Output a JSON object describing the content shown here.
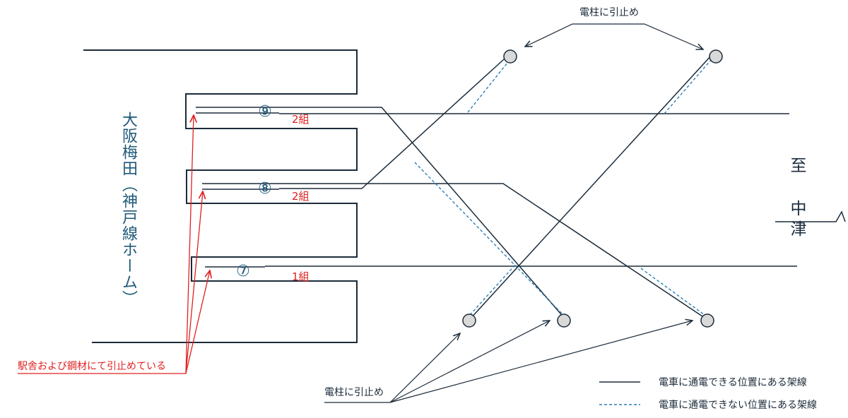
{
  "station_label": "大阪梅田（神戸線ホーム）",
  "destination_label": "至 中津",
  "tracks": [
    {
      "number": "⑨",
      "group": "2組"
    },
    {
      "number": "⑧",
      "group": "2組"
    },
    {
      "number": "⑦",
      "group": "1組"
    }
  ],
  "annotations": {
    "pole_anchor_top": "電柱に引止め",
    "pole_anchor_bottom": "電柱に引止め",
    "station_anchor": "駅舎および鋼材にて引止めている"
  },
  "legend": [
    {
      "style": "solid",
      "label": "電車に通電できる位置にある架線"
    },
    {
      "style": "dashed",
      "label": "電車に通電できない位置にある架線"
    }
  ],
  "colors": {
    "line_dark": "#1b2b3a",
    "dashed_blue": "#2a7fb8",
    "annotation_red": "#e02020",
    "station_text": "#1e5878",
    "pole_fill": "#d9d9d9"
  }
}
